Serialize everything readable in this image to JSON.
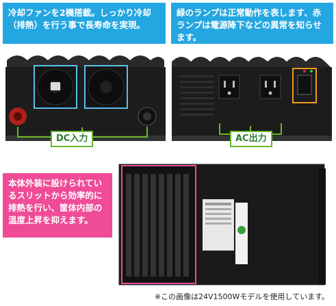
{
  "callouts": {
    "fan": "冷却ファンを2機搭載。しっかり冷却（排熱）を行う事で長寿命を実現。",
    "lamp": "緑のランプは正常動作を表します、赤ランプは電源降下などの異常を知らせます。",
    "vent": "本体外装に設けられているスリットから効率的に排熱を行い、筐体内部の温度上昇を抑えます。"
  },
  "labels": {
    "dc": "DC入力",
    "ac": "AC出力"
  },
  "caption": "※この画像は24V1500Wモデルを使用しています。",
  "colors": {
    "blue": "#24a6e0",
    "pink": "#ef4b97",
    "green": "#6ab82a",
    "orange": "#f39a1e"
  }
}
